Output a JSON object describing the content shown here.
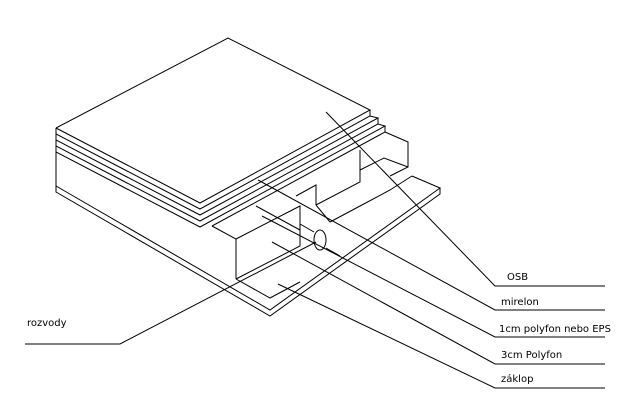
{
  "labels": {
    "osb": "OSB",
    "mirelon": "mirelon",
    "polyfon_1cm": "1cm polyfon nebo EPS",
    "polyfon_3cm": "3cm Polyfon",
    "zaklop": "záklop",
    "rozvody": "rozvody"
  }
}
